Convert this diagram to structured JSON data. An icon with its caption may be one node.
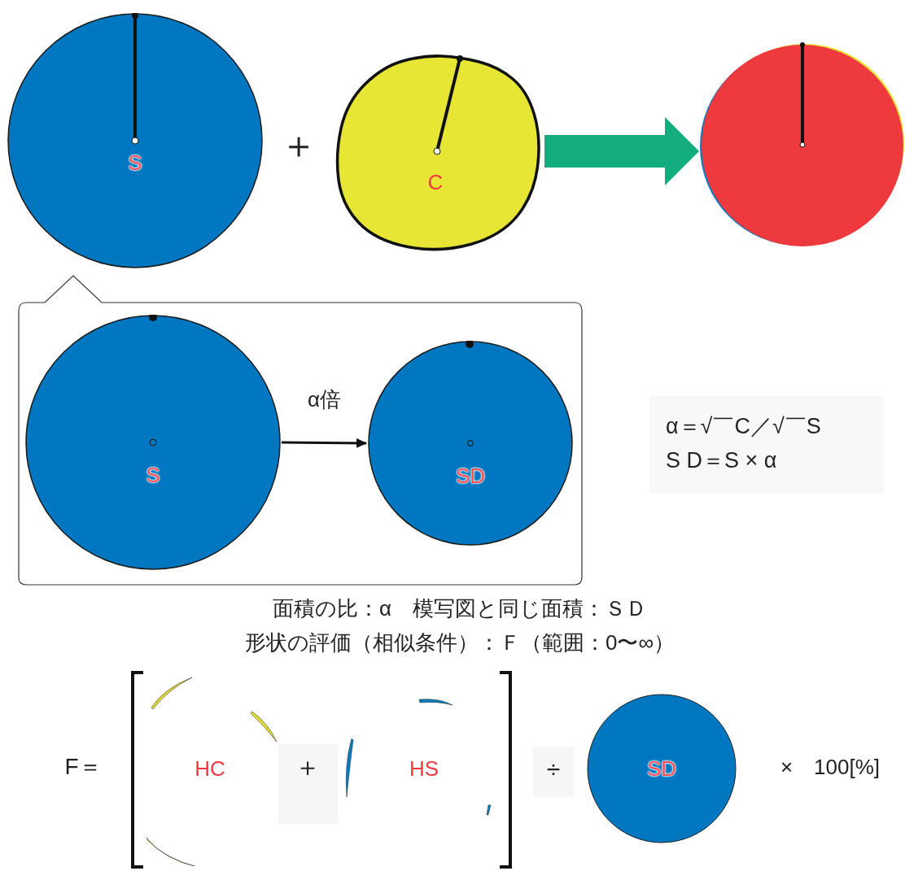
{
  "diagram": {
    "nodes": [
      {
        "text": [
          "S"
        ]
      },
      {
        "text": [
          "C"
        ]
      },
      {
        "text": [],
        "shape": "circle"
      },
      {
        "text": [],
        "shape": "box"
      },
      {
        "text": [
          "S"
        ],
        "in": 3
      },
      {
        "text": [
          "SD"
        ],
        "in": 3
      },
      {
        "text": [
          "α＝√￣C／√￣S",
          "S D＝S × α"
        ]
      },
      {
        "text": [
          "HC"
        ]
      },
      {
        "text": [
          "HS"
        ]
      },
      {
        "text": [
          "SD"
        ]
      }
    ],
    "edges": [
      {
        "from": 1,
        "to": 2,
        "arrow": "to",
        "style": "thick",
        "color": "#13ad80"
      },
      {
        "from": 4,
        "to": 5,
        "arrow": "to",
        "label": "α倍",
        "color": "#111111"
      }
    ],
    "labels": [
      "＋",
      "面積の比：α　模写図と同じ面積：ＳＤ",
      "形状の評価（相似条件）：Ｆ（範囲：0〜∞）",
      "F＝",
      "＋",
      "÷",
      "×　100[%]"
    ]
  }
}
